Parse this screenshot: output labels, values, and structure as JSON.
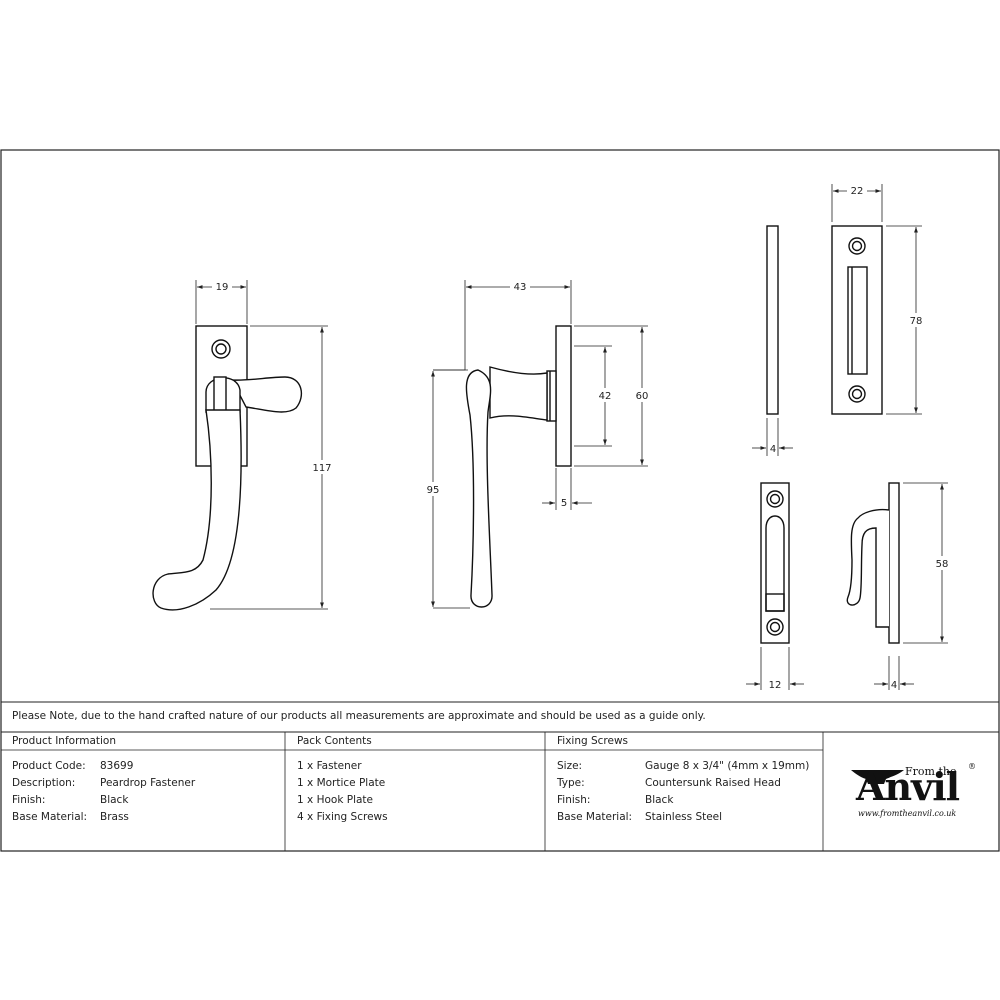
{
  "drawing": {
    "dimensions": {
      "fastener_width": "19",
      "fastener_height": "117",
      "side_projection": "43",
      "side_height": "95",
      "base_inner": "42",
      "base_outer": "60",
      "base_thickness": "5",
      "mortice_width": "22",
      "mortice_height": "78",
      "mortice_depth": "4",
      "hook_plate_width": "12",
      "hook_plate_height": "58",
      "hook_plate_depth": "4"
    }
  },
  "note": "Please Note, due to the hand crafted nature of our products all measurements are approximate and should be used as a guide only.",
  "product_information": {
    "header": "Product Information",
    "rows": [
      {
        "label": "Product Code:",
        "value": "83699"
      },
      {
        "label": "Description:",
        "value": "Peardrop Fastener"
      },
      {
        "label": "Finish:",
        "value": "Black"
      },
      {
        "label": "Base Material:",
        "value": "Brass"
      }
    ]
  },
  "pack_contents": {
    "header": "Pack Contents",
    "items": [
      "1 x Fastener",
      "1 x Mortice Plate",
      "1 x Hook Plate",
      "4 x Fixing Screws"
    ]
  },
  "fixing_screws": {
    "header": "Fixing Screws",
    "rows": [
      {
        "label": "Size:",
        "value": "Gauge 8 x 3/4\" (4mm x 19mm)"
      },
      {
        "label": "Type:",
        "value": "Countersunk Raised Head"
      },
      {
        "label": "Finish:",
        "value": "Black"
      },
      {
        "label": "Base Material:",
        "value": "Stainless Steel"
      }
    ]
  },
  "logo": {
    "from_the": "From the",
    "brand": "Anvil",
    "registered": "®",
    "url": "www.fromtheanvil.co.uk"
  }
}
